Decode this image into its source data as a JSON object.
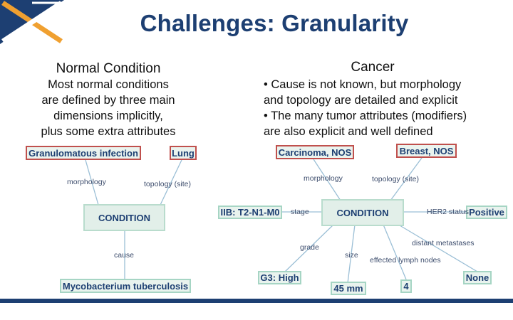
{
  "slide": {
    "title": "Challenges: Granularity",
    "left": {
      "heading": "Normal Condition",
      "text": [
        "Most normal conditions",
        "are defined by three main",
        "dimensions implicitly,",
        "plus some extra attributes"
      ],
      "nodes": {
        "finding": "Granulomatous infection",
        "site": "Lung",
        "condition": "CONDITION",
        "cause": "Mycobacterium tuberculosis"
      },
      "edge_labels": {
        "morphology": "morphology",
        "topology": "topology (site)",
        "cause": "cause"
      }
    },
    "right": {
      "heading": "Cancer",
      "bullets": [
        "• Cause is not known, but morphology",
        "and topology are detailed and explicit",
        "• The many tumor attributes (modifiers)",
        "are also explicit and well defined"
      ],
      "nodes": {
        "morphology": "Carcinoma, NOS",
        "site": "Breast, NOS",
        "stage": "IIB: T2-N1-M0",
        "condition": "CONDITION",
        "her2": "Positive",
        "grade": "G3: High",
        "size": "45 mm",
        "lymph": "4",
        "metastases": "None"
      },
      "edge_labels": {
        "morphology": "morphology",
        "topology": "topology (site)",
        "stage": "stage",
        "her2": "HER2 status",
        "grade": "grade",
        "size": "size",
        "lymph": "effected lymph nodes",
        "metastases": "distant metastases"
      }
    }
  },
  "colors": {
    "title": "#1d3f72",
    "accent_orange": "#f0a030",
    "node_border_red": "#c0504d",
    "node_border_green": "#a6d5c4",
    "node_fill": "#e9f3ee"
  }
}
